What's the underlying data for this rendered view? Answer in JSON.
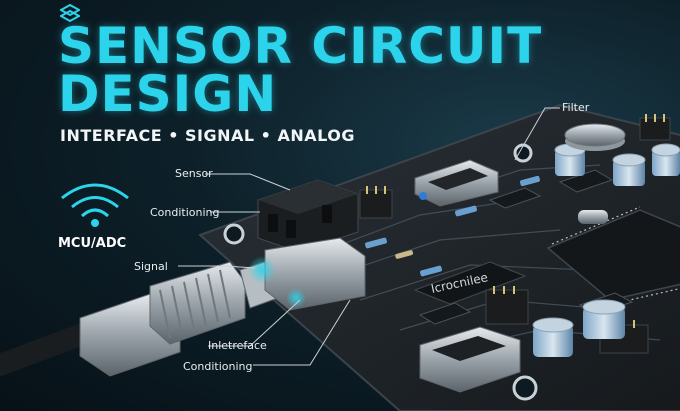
{
  "title_line1": "SENSOR CIRCUIT",
  "title_line2": "DESIGN",
  "subtitle": "INTERFACE • SIGNAL • ANALOG",
  "left_label": "MCU/ADC",
  "callouts": {
    "filter": "Filter",
    "sensor": "Sensor",
    "conditioning_top": "Conditioning",
    "signal": "Signal",
    "interface": "Inletreface",
    "conditioning_bottom": "Conditioning"
  },
  "chip_label": "Icrocnilee",
  "icons": [
    "logo-icon",
    "wifi-icon"
  ],
  "colors": {
    "accent": "#2bd4ea",
    "board": "#1d2328",
    "background": "#0b1820"
  }
}
